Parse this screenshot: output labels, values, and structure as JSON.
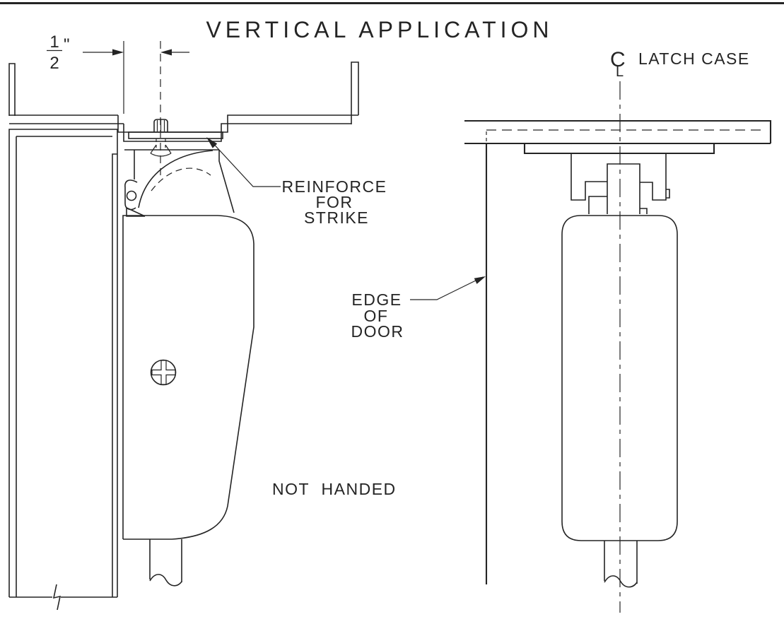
{
  "page": {
    "title_text": "VERTICAL APPLICATION",
    "background": "#ffffff",
    "line_color": "#242424",
    "top_border_color": "#3f3f3f"
  },
  "dimension": {
    "numerator": "1",
    "denominator": "2",
    "inch_marks": "\""
  },
  "callouts": {
    "reinforce": {
      "line1": "REINFORCE",
      "line2": "FOR",
      "line3": "STRIKE"
    },
    "edge_of_door": {
      "line1": "EDGE",
      "line2": "OF",
      "line3": "DOOR"
    },
    "not_handed": "NOT HANDED",
    "latch_case": {
      "symbol_c": "C",
      "symbol_l": "L",
      "label": "LATCH CASE"
    }
  }
}
